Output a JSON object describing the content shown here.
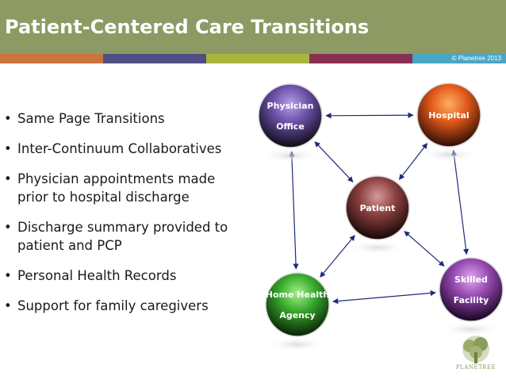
{
  "slide": {
    "title": "Patient-Centered Care Transitions",
    "copyright": "© Planetree 2013",
    "stripe_colors": [
      "#c8743a",
      "#4f4f86",
      "#a8b53f",
      "#8b2f52",
      "#4aa6c6"
    ]
  },
  "bullets": [
    "Same Page Transitions",
    "Inter-Continuum Collaboratives",
    "Physician appointments made prior to hospital discharge",
    "Discharge summary provided to patient and PCP",
    "Personal Health Records",
    "Support for family caregivers"
  ],
  "diagram": {
    "nodes": [
      {
        "id": "physician",
        "lines": [
          "Physician",
          "Office"
        ],
        "color": "purple"
      },
      {
        "id": "hospital",
        "lines": [
          "Hospital"
        ],
        "color": "orange"
      },
      {
        "id": "patient",
        "lines": [
          "Patient"
        ],
        "color": "maroon"
      },
      {
        "id": "home-health",
        "lines": [
          "Home Health",
          "Agency"
        ],
        "color": "green"
      },
      {
        "id": "skilled",
        "lines": [
          "Skilled",
          "Facility"
        ],
        "color": "violet"
      }
    ],
    "edges": [
      [
        "physician",
        "hospital"
      ],
      [
        "physician",
        "patient"
      ],
      [
        "hospital",
        "patient"
      ],
      [
        "physician",
        "home-health"
      ],
      [
        "hospital",
        "skilled"
      ],
      [
        "home-health",
        "patient"
      ],
      [
        "skilled",
        "patient"
      ],
      [
        "home-health",
        "skilled"
      ]
    ],
    "arrow_style": "double-headed"
  },
  "logo": {
    "text": "PLANETREE",
    "icon": "tree-logo-icon"
  }
}
